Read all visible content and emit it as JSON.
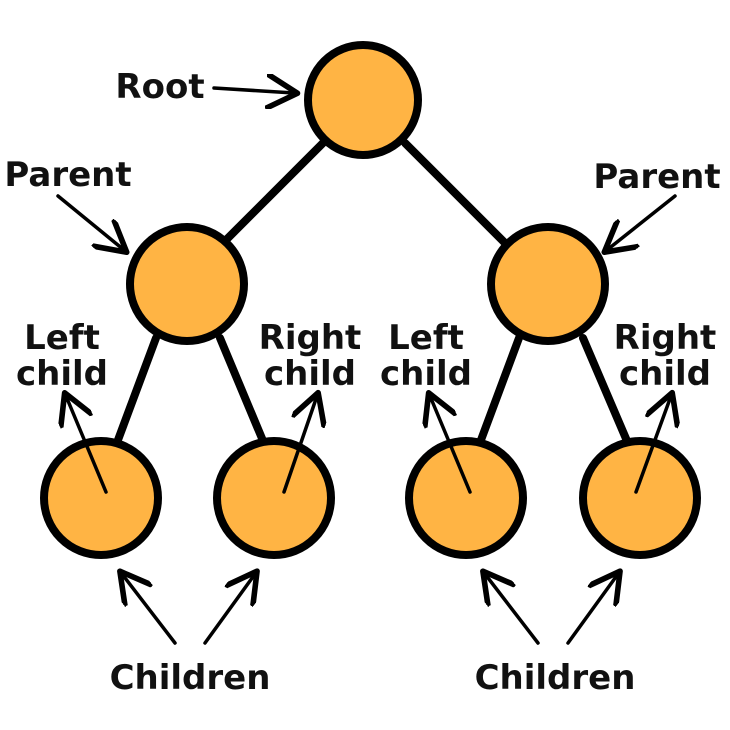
{
  "colors": {
    "node_fill": "#FFB444",
    "stroke": "#000000",
    "text": "#111111",
    "background": "#FFFFFF"
  },
  "labels": {
    "root": "Root",
    "parent_left": "Parent",
    "parent_right": "Parent",
    "left_child_1": {
      "line1": "Left",
      "line2": "child"
    },
    "right_child_1": {
      "line1": "Right",
      "line2": "child"
    },
    "left_child_2": {
      "line1": "Left",
      "line2": "child"
    },
    "right_child_2": {
      "line1": "Right",
      "line2": "child"
    },
    "children_left": "Children",
    "children_right": "Children"
  }
}
